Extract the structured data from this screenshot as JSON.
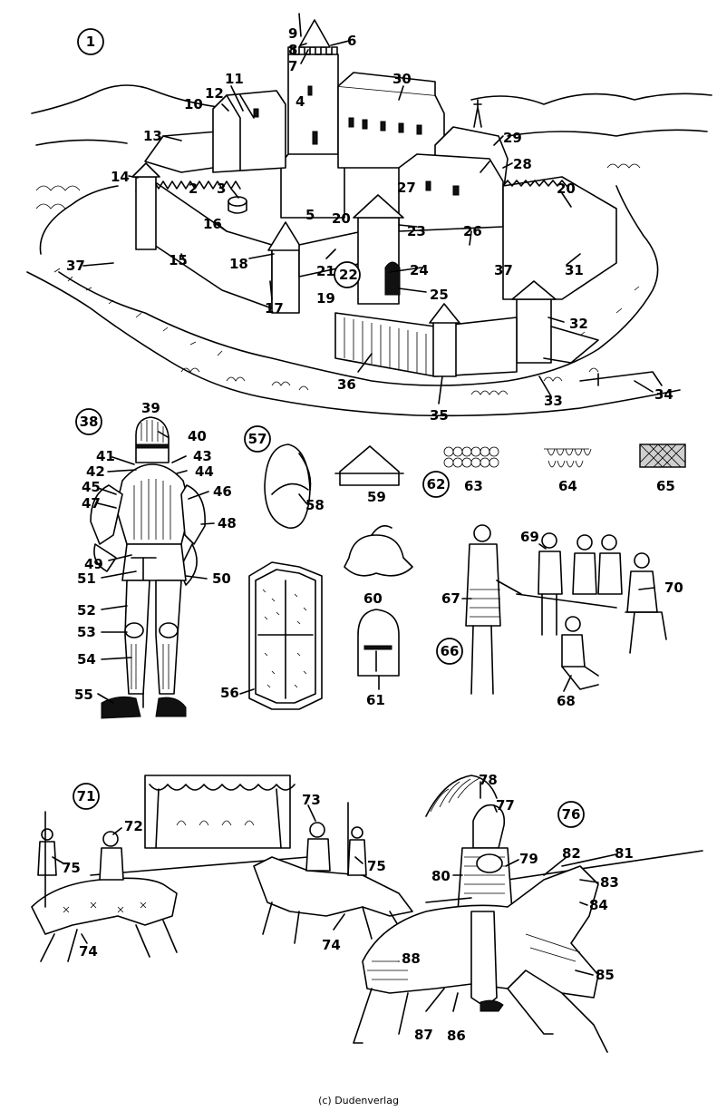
{
  "figure": {
    "copyright": "(c) Dudenverlag",
    "groups": [
      {
        "id": "castle",
        "number": "1"
      },
      {
        "id": "armour",
        "number": "38"
      },
      {
        "id": "shield-small",
        "number": "57"
      },
      {
        "id": "mail",
        "number": "62"
      },
      {
        "id": "knighting",
        "number": "66"
      },
      {
        "id": "tournament",
        "number": "71"
      },
      {
        "id": "jouster",
        "number": "76"
      }
    ],
    "labels": [
      "2",
      "3",
      "4",
      "5",
      "6",
      "7",
      "8",
      "9",
      "10",
      "11",
      "12",
      "13",
      "14",
      "15",
      "16",
      "17",
      "18",
      "19",
      "20",
      "20",
      "21",
      "22",
      "23",
      "24",
      "25",
      "26",
      "27",
      "28",
      "29",
      "30",
      "31",
      "32",
      "33",
      "34",
      "35",
      "36",
      "37",
      "37",
      "39",
      "40",
      "41",
      "42",
      "43",
      "44",
      "45",
      "46",
      "47",
      "48",
      "49",
      "50",
      "51",
      "52",
      "53",
      "54",
      "55",
      "56",
      "58",
      "59",
      "60",
      "61",
      "63",
      "64",
      "65",
      "67",
      "68",
      "69",
      "70",
      "72",
      "73",
      "74",
      "74",
      "75",
      "75",
      "77",
      "78",
      "79",
      "80",
      "81",
      "82",
      "83",
      "84",
      "85",
      "86",
      "87",
      "88"
    ]
  }
}
